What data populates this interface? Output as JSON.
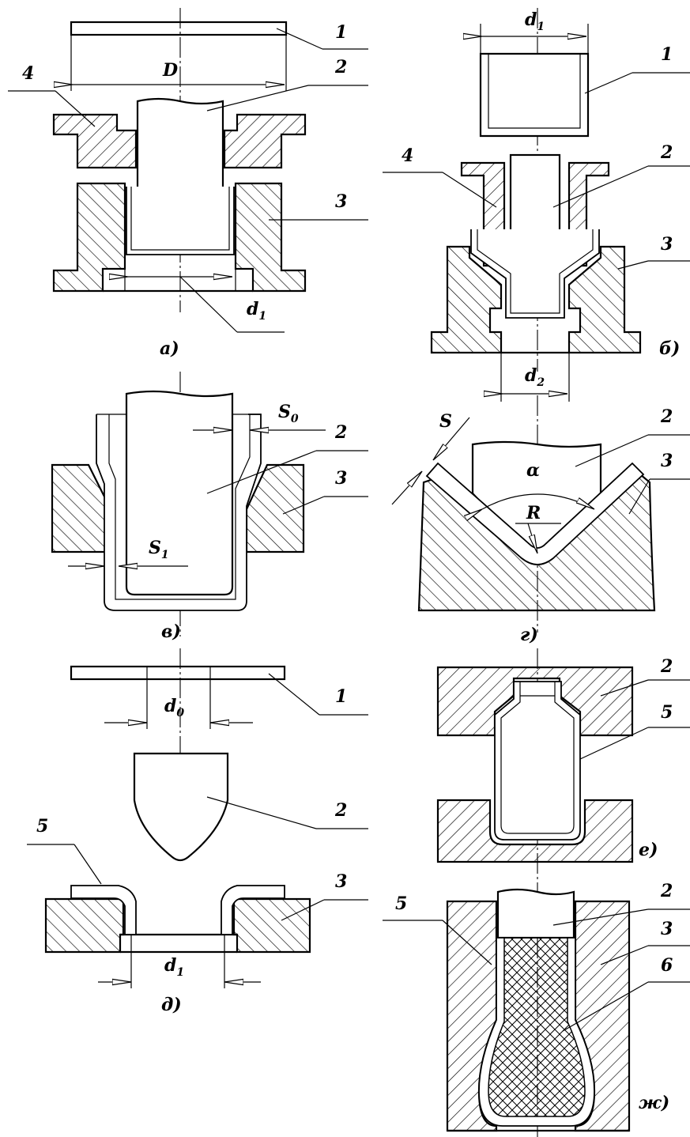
{
  "dimensions": {
    "D": "D",
    "d1": "d",
    "d1_sub": "1",
    "d2": "d",
    "d2_sub": "2",
    "d0": "d",
    "d0_sub": "0",
    "S": "S",
    "S0": "S",
    "S0_sub": "0",
    "S1": "S",
    "S1_sub": "1",
    "alpha": "α",
    "R": "R"
  },
  "parts": {
    "p1": "1",
    "p2": "2",
    "p3": "3",
    "p4": "4",
    "p5": "5",
    "p6": "6"
  },
  "captions": {
    "a": "а)",
    "b": "б)",
    "v": "в)",
    "g": "г)",
    "d": "д)",
    "e": "е)",
    "zh": "ж)"
  }
}
